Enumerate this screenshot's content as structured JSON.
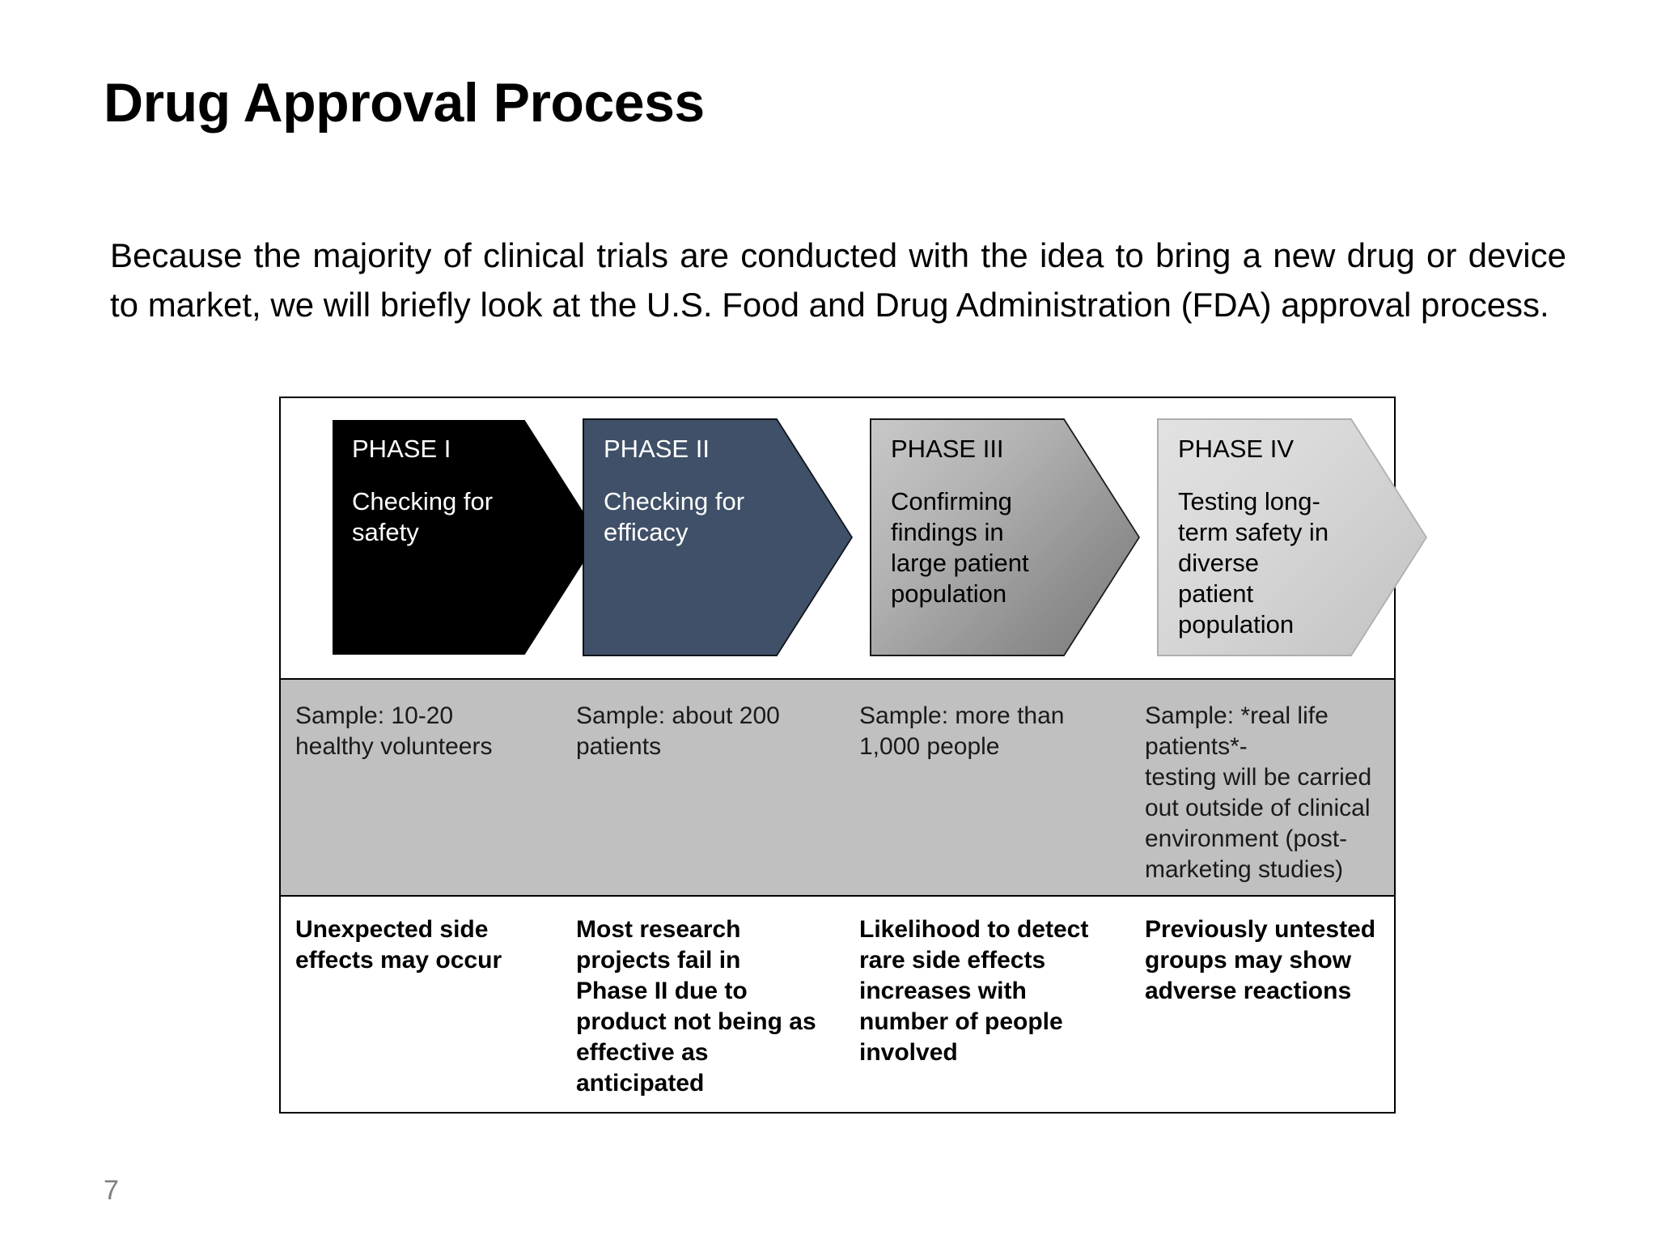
{
  "slide": {
    "title": "Drug Approval Process",
    "page_number": "7",
    "intro_paragraph": "Because the majority of clinical trials are conducted with the idea to bring a new drug or device to market, we will briefly look at the U.S. Food and Drug Administration (FDA) approval process."
  },
  "colors": {
    "phase1_fill": "#000000",
    "phase2_fill": "#3f5068",
    "phase3_fill": "#b2b2b2",
    "phase4_fill": "#d8d8d8",
    "sample_band": "#c0c0c0",
    "page_number": "#808080",
    "frame_border": "#000000"
  },
  "diagram": {
    "name": "drug-approval-phases",
    "phases": [
      {
        "label": "PHASE I",
        "description": "Checking for safety",
        "sample": "Sample: 10-20 healthy  volunteers",
        "outcome": "Unexpected side effects may occur"
      },
      {
        "label": "PHASE II",
        "description": "Checking for efficacy",
        "sample": "Sample: about 200 patients",
        "outcome": "Most research projects fail in Phase II due to product not being as  effective as anticipated"
      },
      {
        "label": "PHASE III",
        "description": "Confirming findings in large patient population",
        "sample": "Sample: more than 1,000 people",
        "outcome": "Likelihood to detect rare side effects increases with number of people involved"
      },
      {
        "label": "PHASE IV",
        "description": "Testing long-term safety in diverse patient population",
        "sample": "Sample: *real life patients*-\ntesting will be carried out outside of clinical environment (post-marketing studies)",
        "outcome": "Previously untested groups may show adverse reactions"
      }
    ]
  }
}
